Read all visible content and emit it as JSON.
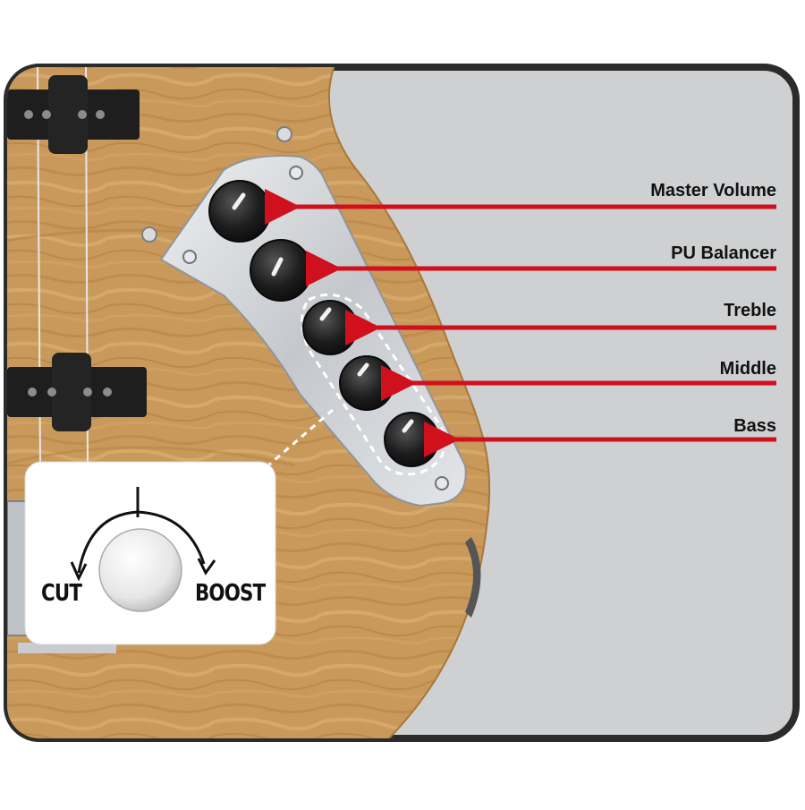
{
  "controls": [
    {
      "label": "Master Volume"
    },
    {
      "label": "PU Balancer"
    },
    {
      "label": "Treble"
    },
    {
      "label": "Middle"
    },
    {
      "label": "Bass"
    }
  ],
  "inset": {
    "cut_label": "CUT",
    "boost_label": "BOOST"
  },
  "colors": {
    "frame": "#2b2b2b",
    "background": "#cfd0d2",
    "wood": "#c99a55",
    "arrow": "#d0101c",
    "plate": "#cfd2d6",
    "knob": "#1c1c1c"
  }
}
